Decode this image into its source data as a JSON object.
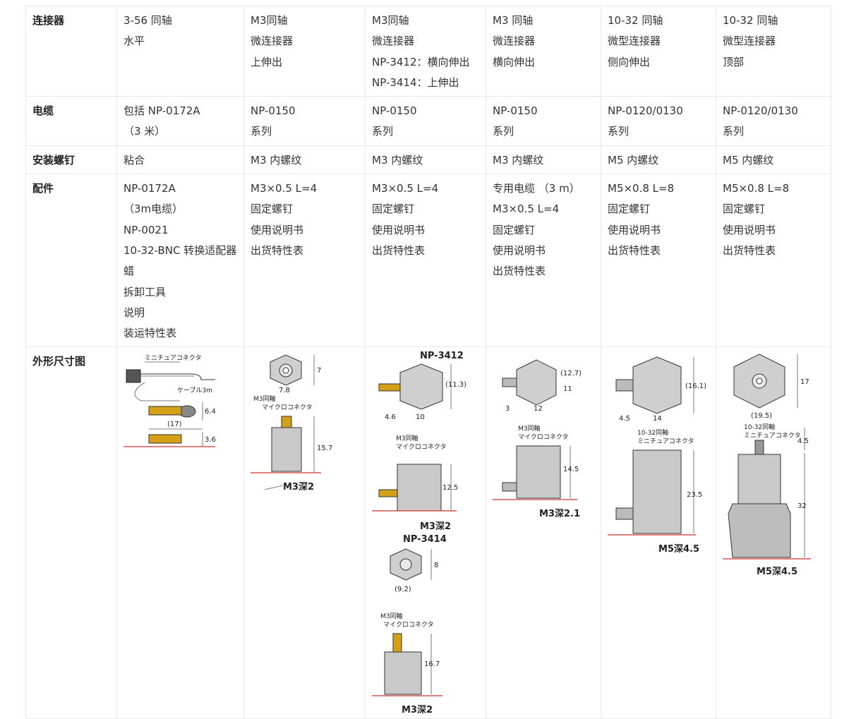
{
  "rows": {
    "connector": {
      "label": "连接器",
      "cells": [
        [
          "3-56 同轴",
          "水平"
        ],
        [
          "M3同轴",
          "微连接器",
          "上伸出"
        ],
        [
          "M3同轴",
          "微连接器",
          "NP-3412：横向伸出",
          "NP-3414：上伸出"
        ],
        [
          "M3 同轴",
          "微连接器",
          "横向伸出"
        ],
        [
          "10-32 同轴",
          "微型连接器",
          "侧向伸出"
        ],
        [
          "10-32 同轴",
          "微型连接器",
          "顶部"
        ]
      ]
    },
    "cable": {
      "label": "电缆",
      "cells": [
        [
          "包括 NP-0172A",
          "（3 米）"
        ],
        [
          "NP-0150",
          "系列"
        ],
        [
          "NP-0150",
          "系列"
        ],
        [
          "NP-0150",
          "系列"
        ],
        [
          "NP-0120/0130",
          "系列"
        ],
        [
          "NP-0120/0130",
          "系列"
        ]
      ]
    },
    "mount": {
      "label": "安装螺钉",
      "cells": [
        "粘合",
        "M3 内螺纹",
        "M3 内螺纹",
        "M3 内螺纹",
        "M5 内螺纹",
        "M5 内螺纹"
      ]
    },
    "accessories": {
      "label": "配件",
      "cells": [
        [
          "NP-0172A",
          "（3m电缆）",
          "NP-0021",
          "10-32-BNC 转换适配器",
          "蜡",
          "拆卸工具",
          "说明",
          "装运特性表"
        ],
        [
          "M3×0.5 L=4",
          "固定螺钉",
          "使用说明书",
          "出货特性表"
        ],
        [
          "M3×0.5 L=4",
          "固定螺钉",
          "使用说明书",
          "出货特性表"
        ],
        [
          "专用电缆 （3 m）",
          "M3×0.5 L=4",
          "固定螺钉",
          "使用说明书",
          "出货特性表"
        ],
        [
          "M5×0.8 L=8",
          "固定螺钉",
          "使用说明书",
          "出货特性表"
        ],
        [
          "M5×0.8 L=8",
          "固定螺钉",
          "使用说明书",
          "出货特性表"
        ]
      ]
    },
    "drawing": {
      "label": "外形尺寸图",
      "col1": {
        "connector_note": "ミニチュアコネクタ",
        "cable_note": "ケーブル3m",
        "d1": "6.4",
        "d2": "(17)",
        "d3": "3.6"
      },
      "col2": {
        "d_top": "7",
        "d_w": "7.8",
        "note1": "M3同軸",
        "note2": "マイクロコネクタ",
        "d_h": "15.7",
        "thread": "M3深2"
      },
      "col3": {
        "model_a": "NP-3412",
        "d_a1": "(11.3)",
        "d_a2": "4.6",
        "d_a3": "10",
        "note1": "M3同軸",
        "note2": "マイクロコネクタ",
        "d_a4": "12.5",
        "thread_a": "M3深2",
        "model_b": "NP-3414",
        "d_b1": "8",
        "d_b2": "(9.2)",
        "d_b3": "16.7",
        "thread_b": "M3深2"
      },
      "col4": {
        "d1": "(12.7)",
        "d2": "11",
        "d3": "3",
        "d4": "12",
        "note1": "M3同軸",
        "note2": "マイクロコネクタ",
        "d5": "14.5",
        "thread": "M3深2.1"
      },
      "col5": {
        "d1": "(16.1)",
        "d2": "4.5",
        "d3": "14",
        "note1": "10-32同軸",
        "note2": "ミニチュアコネクタ",
        "d4": "23.5",
        "thread": "M5深4.5"
      },
      "col6": {
        "d1": "17",
        "d2": "(19.5)",
        "note1": "10-32同軸",
        "note2": "ミニチュアコネクタ",
        "d3": "4.5",
        "d4": "32",
        "thread": "M5深4.5"
      }
    }
  }
}
